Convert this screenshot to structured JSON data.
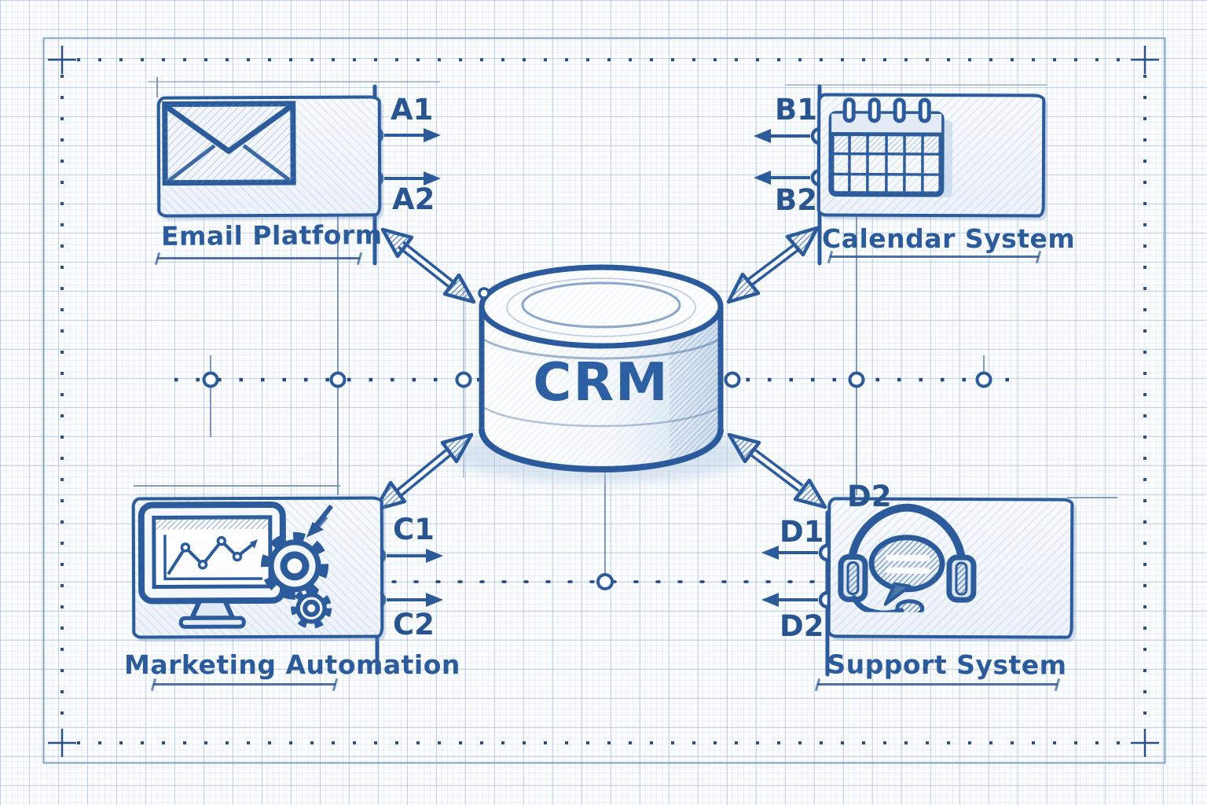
{
  "diagram": {
    "center": {
      "label": "CRM"
    },
    "systems": [
      {
        "name": "email-platform",
        "label": "Email Platform",
        "icon": "envelope-icon",
        "ports": [
          "A1",
          "A2"
        ]
      },
      {
        "name": "calendar-system",
        "label": "Calendar System",
        "icon": "calendar-icon",
        "ports": [
          "B1",
          "B2"
        ]
      },
      {
        "name": "marketing-automation",
        "label": "Marketing Automation",
        "icon": "monitor-gears-icon",
        "ports": [
          "C1",
          "C2"
        ]
      },
      {
        "name": "support-system",
        "label": "Support System",
        "icon": "headset-icon",
        "ports": [
          "D1",
          "D2"
        ],
        "corner_label": "D2"
      }
    ],
    "colors": {
      "ink": "#2c5b9b",
      "ink_dark": "#234d85",
      "paper": "#fbfdfe",
      "grid_major": "#c9d8ea",
      "grid_minor": "#e6eef7"
    }
  }
}
